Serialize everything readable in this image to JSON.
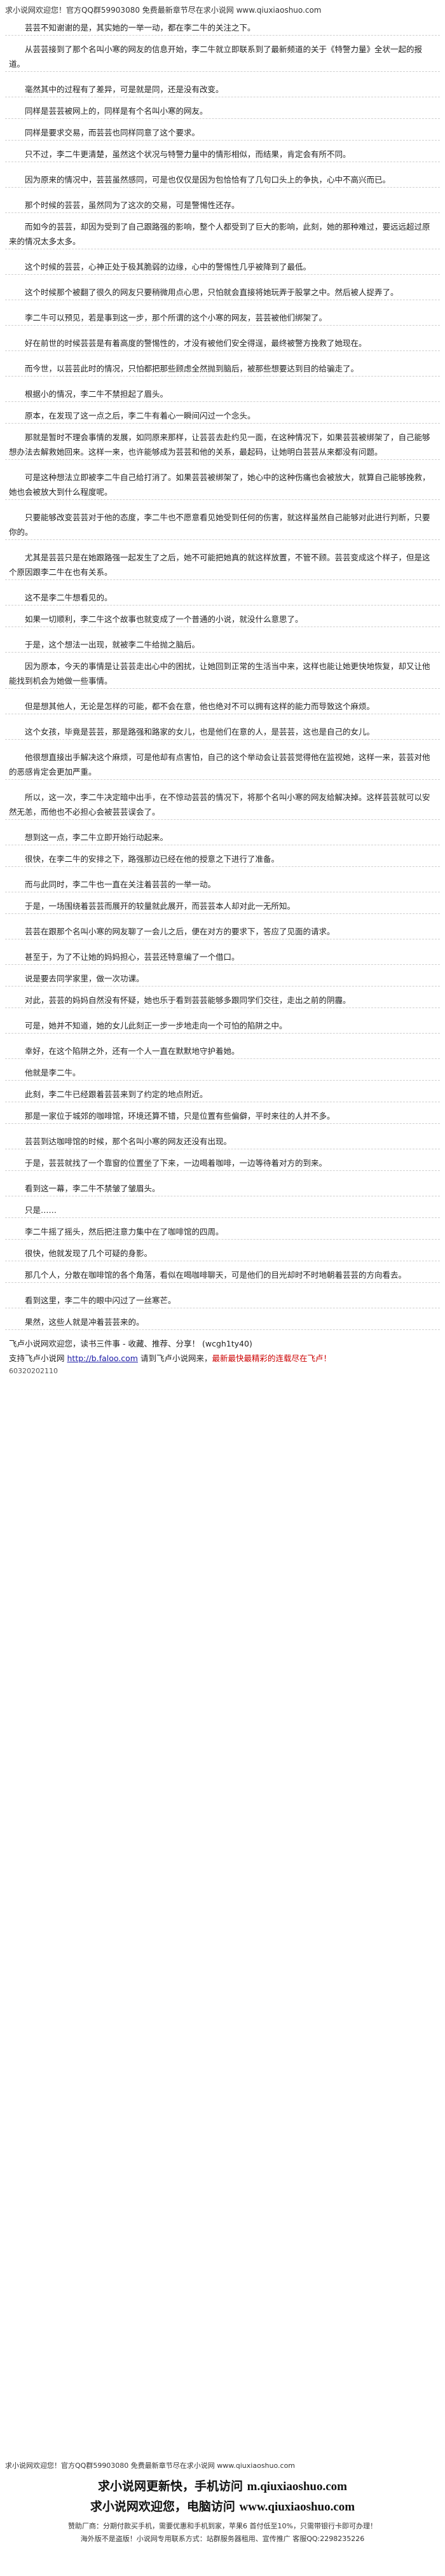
{
  "top_banner": "求小说网欢迎您！官方QQ群59903080 免费最新章节尽在求小说网 www.qiuxiaoshuo.com",
  "paragraphs": [
    "芸芸不知谢谢的是，其实她的一举一动，都在李二牛的关注之下。",
    "从芸芸接到了那个名叫小寒的网友的信息开始，李二牛就立即联系到了最新频道的关于《特警力量》全状一起的报道。",
    "毫然其中的过程有了差异，可是就是同，还是没有改变。",
    "同样是芸芸被网上的，同样是有个名叫小寒的网友。",
    "同样是要求交易，而芸芸也同样同意了这个要求。",
    "只不过，李二牛更清楚，虽然这个状况与特警力量中的情形相似，而结果，肯定会有所不同。",
    "因为原来的情况中，芸芸虽然感同，可是也仅仅是因为包恰恰有了几句口头上的争执，心中不高兴而已。",
    "那个时候的芸芸，虽然同为了这次的交易，可是警惕性还存。",
    "而如今的芸芸，却因为受到了自己跟路强的影响，整个人都受到了巨大的影响，此刻，她的那种难过，要远远超过原来的情况太多太多。",
    "这个时候的芸芸，心神正处于极其脆弱的边缘，心中的警惕性几乎被降到了最低。",
    "这个时候那个被翻了很久的网友只要稍微用点心思，只怕就会直接将她玩弄于股掌之中。然后被人捉弄了。",
    "李二牛可以预见，若是事到这一步，那个所谓的这个小寒的网友，芸芸被他们绑架了。",
    "好在前世的时候芸芸是有着高度的警惕性的，才没有被他们安全得逞，最终被警方挽救了她现在。",
    "而今世，以芸芸此时的情况，只怕都把那些顾虑全然抛到脑后，被那些想要达到目的给骗走了。",
    "根据小的情况，李二牛不禁担起了眉头。",
    "原本，在发现了这一点之后，李二牛有着心一瞬间闪过一个念头。",
    "那就是暂时不理会事情的发展，如同原来那样，让芸芸去赴约见一面，在这种情况下，如果芸芸被绑架了，自己能够想办法去解救她回来。这样一来，也许能够成为芸芸和他的关系，最起码，让她明白芸芸从来都没有问题。",
    "可是这种想法立即被李二牛自己给打消了。如果芸芸被绑架了，她心中的这种伤痛也会被放大，就算自己能够挽救，她也会被放大到什么程度呢。",
    "只要能够改变芸芸对于他的态度，李二牛也不愿意看见她受到任何的伤害，就这样虽然自己能够对此进行判断，只要你的。",
    "尤其是芸芸只是在她跟路强一起发生了之后，她不可能把她真的就这样放置，不管不顾。芸芸变成这个样子，但是这个原因跟李二牛在也有关系。",
    "这不是李二牛想看见的。",
    "如果一切顺利，李二牛这个故事也就变成了一个普通的小说，就没什么意思了。",
    "于是，这个想法一出现，就被李二牛给抛之脑后。",
    "因为原本，今天的事情是让芸芸走出心中的困扰，让她回到正常的生活当中来，这样也能让她更快地恢复，却又让他能找到机会为她做一些事情。",
    "但是想其他人，无论是怎样的可能，都不会在意，他也绝对不可以拥有这样的能力而导致这个麻烦。",
    "这个女孩，毕竟是芸芸，那是路强和路家的女儿，也是他们在意的人，是芸芸，这也是自己的女儿。",
    "他很想直接出手解决这个麻烦，可是他却有点害怕，自己的这个举动会让芸芸觉得他在监视她，这样一来，芸芸对他的恶感肯定会更加严重。",
    "所以，这一次，李二牛决定暗中出手，在不惊动芸芸的情况下，将那个名叫小寒的网友给解决掉。这样芸芸就可以安然无恙，而他也不必担心会被芸芸误会了。",
    "想到这一点，李二牛立即开始行动起来。",
    "很快，在李二牛的安排之下，路强那边已经在他的授意之下进行了准备。",
    "而与此同时，李二牛也一直在关注着芸芸的一举一动。",
    "于是，一场围绕着芸芸而展开的较量就此展开，而芸芸本人却对此一无所知。",
    "芸芸在跟那个名叫小寒的网友聊了一会儿之后，便在对方的要求下，答应了见面的请求。",
    "甚至于，为了不让她的妈妈担心，芸芸还特意编了一个借口。",
    "说是要去同学家里，做一次功课。",
    "对此，芸芸的妈妈自然没有怀疑，她也乐于看到芸芸能够多跟同学们交往，走出之前的阴霾。",
    "可是，她并不知道，她的女儿此刻正一步一步地走向一个可怕的陷阱之中。",
    "幸好，在这个陷阱之外，还有一个人一直在默默地守护着她。",
    "他就是李二牛。",
    "此刻，李二牛已经跟着芸芸来到了约定的地点附近。",
    "那是一家位于城郊的咖啡馆，环境还算不错，只是位置有些偏僻，平时来往的人并不多。",
    "芸芸到达咖啡馆的时候，那个名叫小寒的网友还没有出现。",
    "于是，芸芸就找了一个靠窗的位置坐了下来，一边喝着咖啡，一边等待着对方的到来。",
    "看到这一幕，李二牛不禁皱了皱眉头。",
    "只是……",
    "李二牛摇了摇头，然后把注意力集中在了咖啡馆的四周。",
    "很快，他就发现了几个可疑的身影。",
    "那几个人，分散在咖啡馆的各个角落，看似在喝咖啡聊天，可是他们的目光却时不时地朝着芸芸的方向看去。",
    "看到这里，李二牛的眼中闪过了一丝寒芒。",
    "果然，这些人就是冲着芸芸来的。"
  ],
  "promo_text_1": "飞卢小说网欢迎您，",
  "promo_text_2": "读书三件事 - 收藏、推荐、分享！",
  "promo_code": "(wcgh1ty40)",
  "promo_link_label": "支持飞卢小说网",
  "promo_link_url": "http://b.faloo.com",
  "promo_text_3": "请到飞卢小说网来，",
  "promo_red": "最新最快最精彩的连载尽在飞卢！",
  "code_line": "60320202110",
  "footer": {
    "mini": "求小说网欢迎您！官方QQ群59903080 免费最新章节尽在求小说网 www.qiuxiaoshuo.com",
    "line1": "求小说网更新快，手机访问",
    "line1_url": "m.qiuxiaoshuo.com",
    "line2": "求小说网欢迎您，电脑访问",
    "line2_url": "www.qiuxiaoshuo.com",
    "sponsor": "赞助厂商：分期付款买手机，需要优惠和手机到家，苹果6 首付低至10%，只需带银行卡即可办理！",
    "contact": "海外版不是盗版！小说网专用联系方式：站群服务器租用、宣传推广 客服QQ:2298235226"
  }
}
